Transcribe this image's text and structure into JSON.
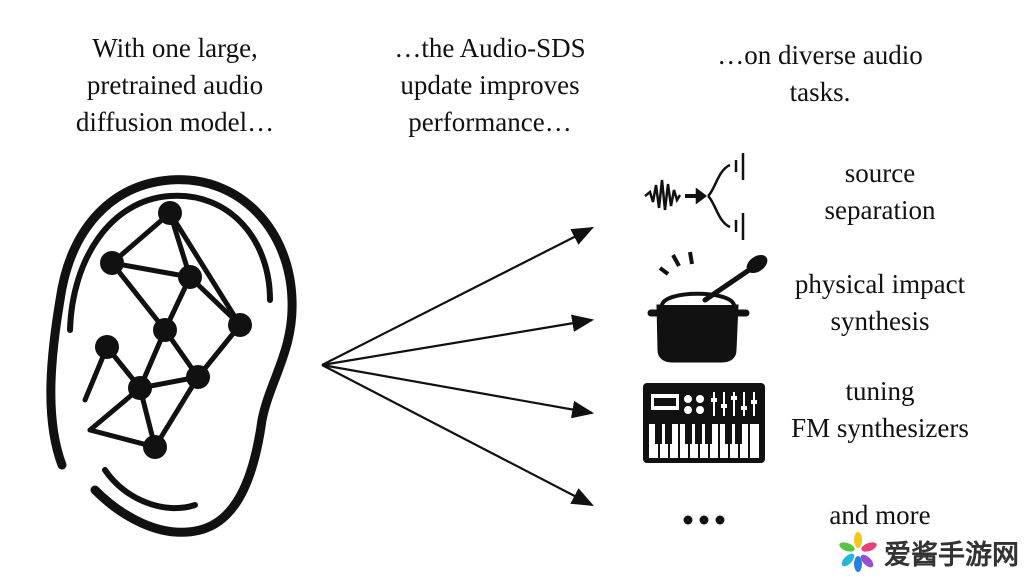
{
  "columns": [
    {
      "lines": [
        "With one large,",
        "pretrained audio",
        "diffusion model…"
      ]
    },
    {
      "lines": [
        "…the Audio-SDS",
        "update improves",
        "performance…"
      ]
    },
    {
      "lines": [
        "…on diverse audio",
        "tasks."
      ]
    }
  ],
  "tasks": [
    {
      "icon": "waveform-split-icon",
      "lines": [
        "source",
        "separation"
      ]
    },
    {
      "icon": "pot-spoon-icon",
      "lines": [
        "physical impact",
        "synthesis"
      ]
    },
    {
      "icon": "synthesizer-keyboard-icon",
      "lines": [
        "tuning",
        "FM synthesizers"
      ]
    },
    {
      "icon": "ellipsis-icon",
      "lines": [
        "and more"
      ]
    }
  ],
  "watermark": "爱酱手游网"
}
